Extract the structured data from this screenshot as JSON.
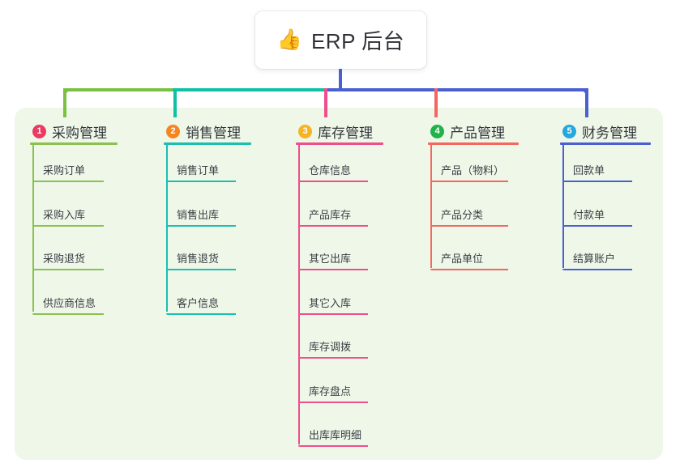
{
  "root": {
    "emoji": "👍",
    "emoji_name": "thumbs-up-icon",
    "title": "ERP 后台"
  },
  "palette": {
    "panel_bg": "#eef7e8",
    "page_bg": "#ffffff",
    "bus_green": "#7ac143",
    "bus_teal": "#0ec0a4",
    "bus_blue": "#4a5fd0",
    "drop_pink": "#ef4e8c",
    "drop_salmon": "#f4675f",
    "text_dark": "#33373d",
    "text_leaf": "#3a3f46"
  },
  "columns": [
    {
      "index": "1",
      "label": "采购管理",
      "badge_color": "#ea3b62",
      "rule_color": "#8cc152",
      "drop_color": "#7ac143",
      "items": [
        "采购订单",
        "采购入库",
        "采购退货",
        "供应商信息"
      ]
    },
    {
      "index": "2",
      "label": "销售管理",
      "badge_color": "#f5861f",
      "rule_color": "#1abfb0",
      "drop_color": "#0ec0a4",
      "items": [
        "销售订单",
        "销售出库",
        "销售退货",
        "客户信息"
      ]
    },
    {
      "index": "3",
      "label": "库存管理",
      "badge_color": "#f6b425",
      "rule_color": "#ef4e8c",
      "drop_color": "#ef4e8c",
      "items": [
        "仓库信息",
        "产品库存",
        "其它出库",
        "其它入库",
        "库存调拨",
        "库存盘点",
        "出库库明细"
      ]
    },
    {
      "index": "4",
      "label": "产品管理",
      "badge_color": "#21b24b",
      "rule_color": "#f4675f",
      "drop_color": "#f4675f",
      "items": [
        "产品（物料）",
        "产品分类",
        "产品单位"
      ]
    },
    {
      "index": "5",
      "label": "财务管理",
      "badge_color": "#23a8e0",
      "rule_color": "#4a5fd0",
      "drop_color": "#4a5fd0",
      "items": [
        "回款单",
        "付款单",
        "结算账户"
      ]
    }
  ]
}
